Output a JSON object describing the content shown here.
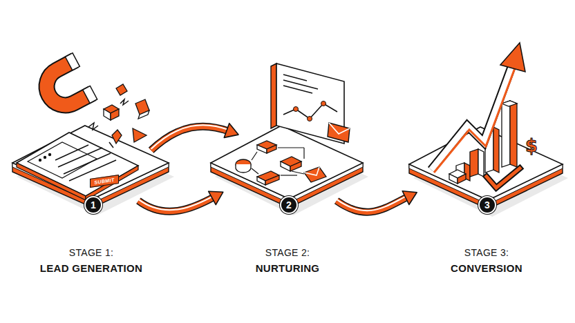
{
  "diagram": {
    "nodes": [
      {
        "text": [
          "STAGE 1:",
          "LEAD GENERATION"
        ]
      },
      {
        "text": [
          "SUBMIT"
        ],
        "in": 0
      },
      {
        "text": [
          "1"
        ],
        "in": 0
      },
      {
        "text": [
          "STAGE 2:",
          "NURTURING"
        ]
      },
      {
        "text": [
          "2"
        ],
        "in": 3
      },
      {
        "text": [
          "STAGE 3:",
          "CONVERSION"
        ]
      },
      {
        "text": [
          "3"
        ],
        "in": 5
      }
    ],
    "edges": [
      {
        "from": 0,
        "to": 3,
        "arrow": "to"
      },
      {
        "from": 0,
        "to": 3,
        "arrow": "to"
      },
      {
        "from": 3,
        "to": 5,
        "arrow": "to"
      }
    ],
    "labels": [
      "$"
    ]
  }
}
